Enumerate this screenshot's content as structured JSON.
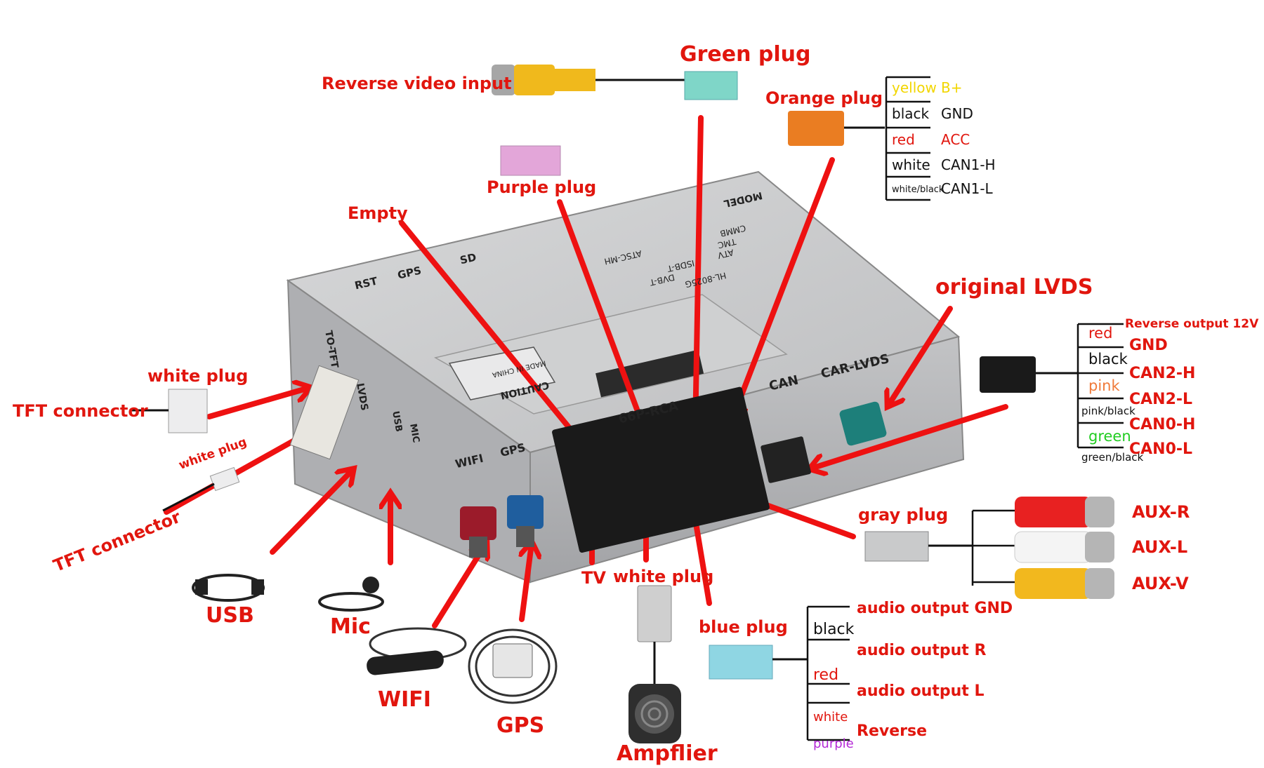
{
  "labels": {
    "reverse_video_input": "Reverse video input",
    "green_plug": "Green plug",
    "orange_plug": "Orange plug",
    "purple_plug": "Purple plug",
    "empty": "Empty",
    "original_lvds": "original LVDS",
    "white_plug_top": "white plug",
    "tft_connector_top": "TFT connector",
    "white_plug_small": "white plug",
    "tft_connector_bottom": "TFT connector",
    "usb": "USB",
    "mic": "Mic",
    "wifi": "WIFI",
    "gps": "GPS",
    "tv": "TV",
    "white_plug_bottom": "white plug",
    "ampflier": "Ampflier",
    "blue_plug": "blue plug",
    "gray_plug": "gray plug",
    "aux_r": "AUX-R",
    "aux_l": "AUX-L",
    "aux_v": "AUX-V"
  },
  "orange_plug_table": [
    {
      "color": "yellow",
      "signal": "B+",
      "color_hex": "#f2d600",
      "signal_hex": "#f2d600"
    },
    {
      "color": "black",
      "signal": "GND",
      "color_hex": "#111111",
      "signal_hex": "#111111"
    },
    {
      "color": "red",
      "signal": "ACC",
      "color_hex": "#e1160e",
      "signal_hex": "#e1160e"
    },
    {
      "color": "white",
      "signal": "CAN1-H",
      "color_hex": "#111111",
      "signal_hex": "#111111"
    },
    {
      "color": "white/black",
      "signal": "CAN1-L",
      "color_hex": "#111111",
      "signal_hex": "#111111"
    }
  ],
  "lvds_table": {
    "colors": [
      {
        "text": "red",
        "hex": "#e1160e"
      },
      {
        "text": "black",
        "hex": "#111111"
      },
      {
        "text": "pink",
        "hex": "#f07a3a"
      },
      {
        "text": "pink/black",
        "hex": "#111111"
      },
      {
        "text": "green",
        "hex": "#22cc22"
      },
      {
        "text": "green/black",
        "hex": "#111111"
      }
    ],
    "signals": [
      "Reverse output 12V",
      "GND",
      "CAN2-H",
      "CAN2-L",
      "CAN0-H",
      "CAN0-L"
    ]
  },
  "blue_plug_table": {
    "colors": [
      {
        "text": "black",
        "hex": "#111111"
      },
      {
        "text": "red",
        "hex": "#e1160e"
      },
      {
        "text": "white",
        "hex": "#e1160e"
      },
      {
        "text": "purple",
        "hex": "#b429d6"
      }
    ],
    "signals": [
      "audio output GND",
      "audio output R",
      "audio output L",
      "Reverse"
    ]
  },
  "device_text": {
    "to_tft": "TO-TFT",
    "lvds": "LVDS",
    "usb": "USB",
    "mic": "MIC",
    "rst": "RST",
    "gps": "GPS",
    "sd": "SD",
    "wifi": "WIFI",
    "gps_port": "GPS",
    "rca": "66P-RCA",
    "can": "CAN",
    "car_lvds": "CAR-LVDS",
    "caution": "CAUTION",
    "made_in_china": "MADE IN CHINA",
    "model": "MODEL",
    "model_no": "HL-8025G",
    "atv": "ATV",
    "cmmb": "CMMB",
    "tmc": "TMC",
    "isdb": "ISDB-T",
    "dvb": "DVB-T",
    "atsc": "ATSC-MH"
  },
  "colors": {
    "arrow": "#ee1111",
    "label_red": "#e1160e",
    "green_plug": "#7fd6c8",
    "orange_plug": "#ea7d22",
    "purple_plug": "#e3a6d9",
    "blue_plug": "#8fd6e3",
    "fakra_red": "#9b1b2a",
    "fakra_blue": "#1f5e9e",
    "fakra_teal": "#1d7f7a",
    "box_top": "#c9cacb",
    "box_front": "#b3b4b6"
  }
}
